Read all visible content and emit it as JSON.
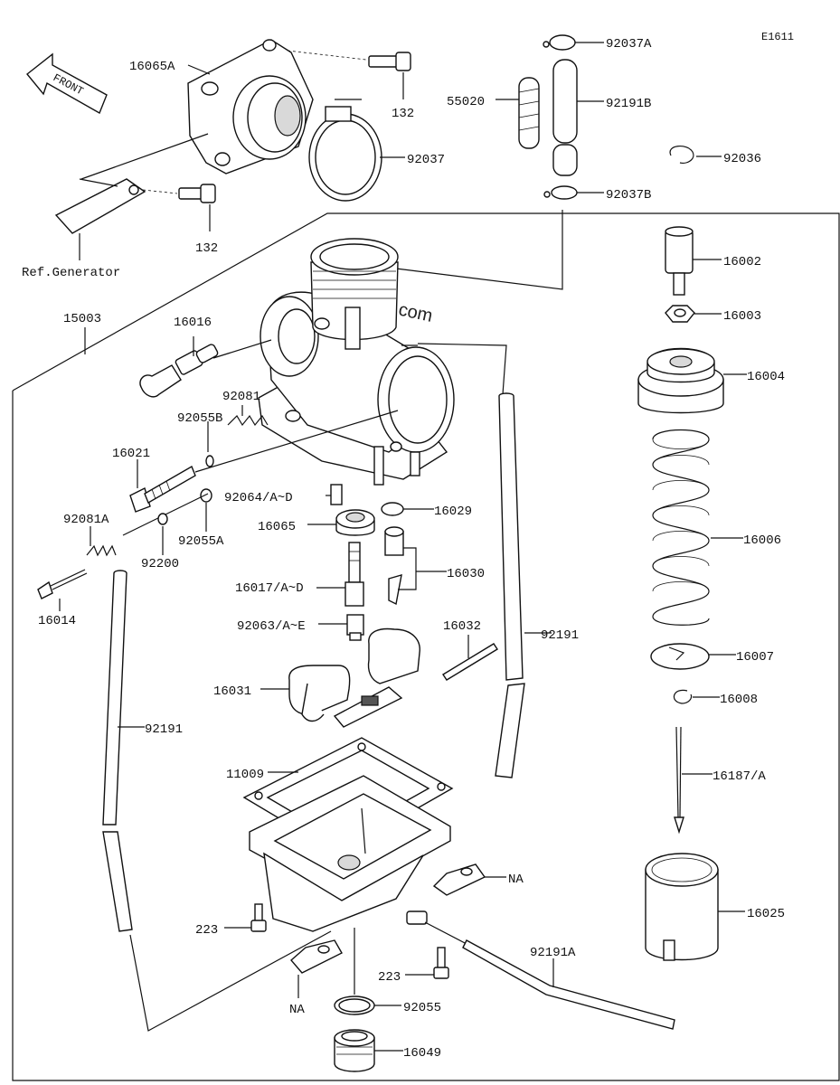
{
  "diagram_code": "E1611",
  "front_label": "FRONT",
  "watermark": "© Partzilla.com",
  "labels": {
    "l16065A": "16065A",
    "l132a": "132",
    "l132b": "132",
    "l92037": "92037",
    "l92037A": "92037A",
    "l55020": "55020",
    "l92191B": "92191B",
    "l92037B": "92037B",
    "l92036": "92036",
    "l16002": "16002",
    "l16003": "16003",
    "l16004": "16004",
    "l16006": "16006",
    "l16007": "16007",
    "l16008": "16008",
    "l16187A": "16187/A",
    "l16025": "16025",
    "refgen": "Ref.Generator",
    "l15003": "15003",
    "l16016": "16016",
    "l92081": "92081",
    "l92055B": "92055B",
    "l16021": "16021",
    "l92064": "92064/A~D",
    "l16029": "16029",
    "l16065": "16065",
    "l92055A": "92055A",
    "l92081A": "92081A",
    "l92200": "92200",
    "l16030": "16030",
    "l16017": "16017/A~D",
    "l16014": "16014",
    "l92063": "92063/A~E",
    "l16032": "16032",
    "l92191a": "92191",
    "l92191b": "92191",
    "l16031": "16031",
    "l11009": "11009",
    "lNA1": "NA",
    "lNA2": "NA",
    "l223a": "223",
    "l223b": "223",
    "l92191A": "92191A",
    "l92055": "92055",
    "l16049": "16049"
  }
}
